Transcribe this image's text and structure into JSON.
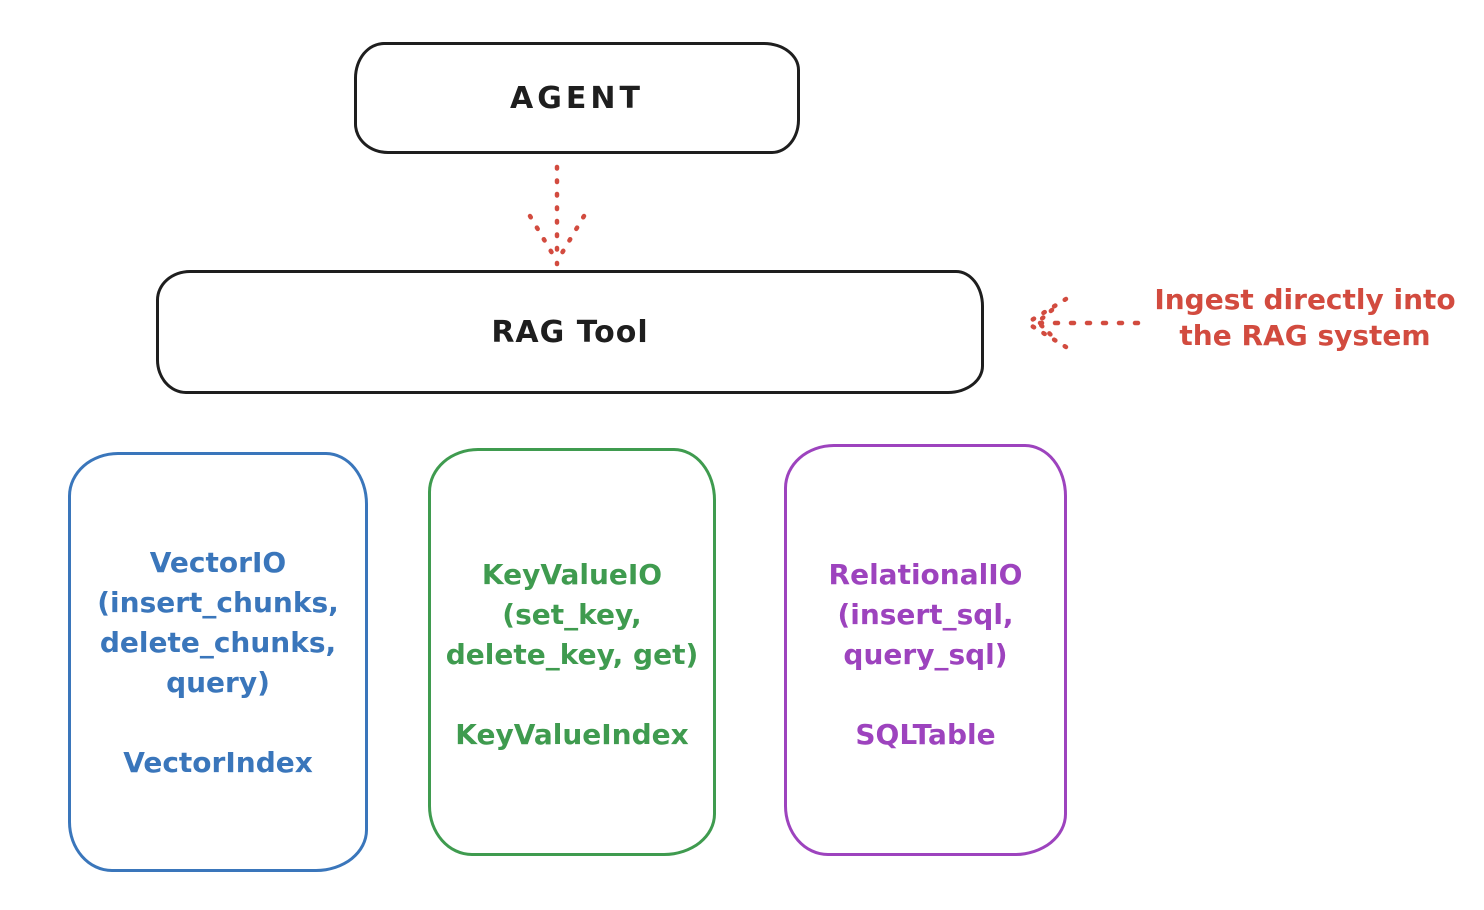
{
  "colors": {
    "black": "#1e1e1e",
    "red": "#d24b3f",
    "blue": "#3a76bb",
    "green": "#3f9b4f",
    "purple": "#9d43be"
  },
  "nodes": {
    "agent": {
      "label": "AGENT"
    },
    "rag_tool": {
      "label": "RAG Tool"
    },
    "vector": {
      "lines": [
        "VectorIO",
        "(insert_chunks,",
        "delete_chunks,",
        "query)"
      ],
      "index_label": "VectorIndex"
    },
    "keyvalue": {
      "lines": [
        "KeyValueIO",
        "(set_key,",
        "delete_key, get)"
      ],
      "index_label": "KeyValueIndex"
    },
    "relational": {
      "lines": [
        "RelationalIO",
        "(insert_sql,",
        "query_sql)"
      ],
      "index_label": "SQLTable"
    }
  },
  "annotation": {
    "line1": "Ingest directly into",
    "line2": "the RAG system"
  }
}
